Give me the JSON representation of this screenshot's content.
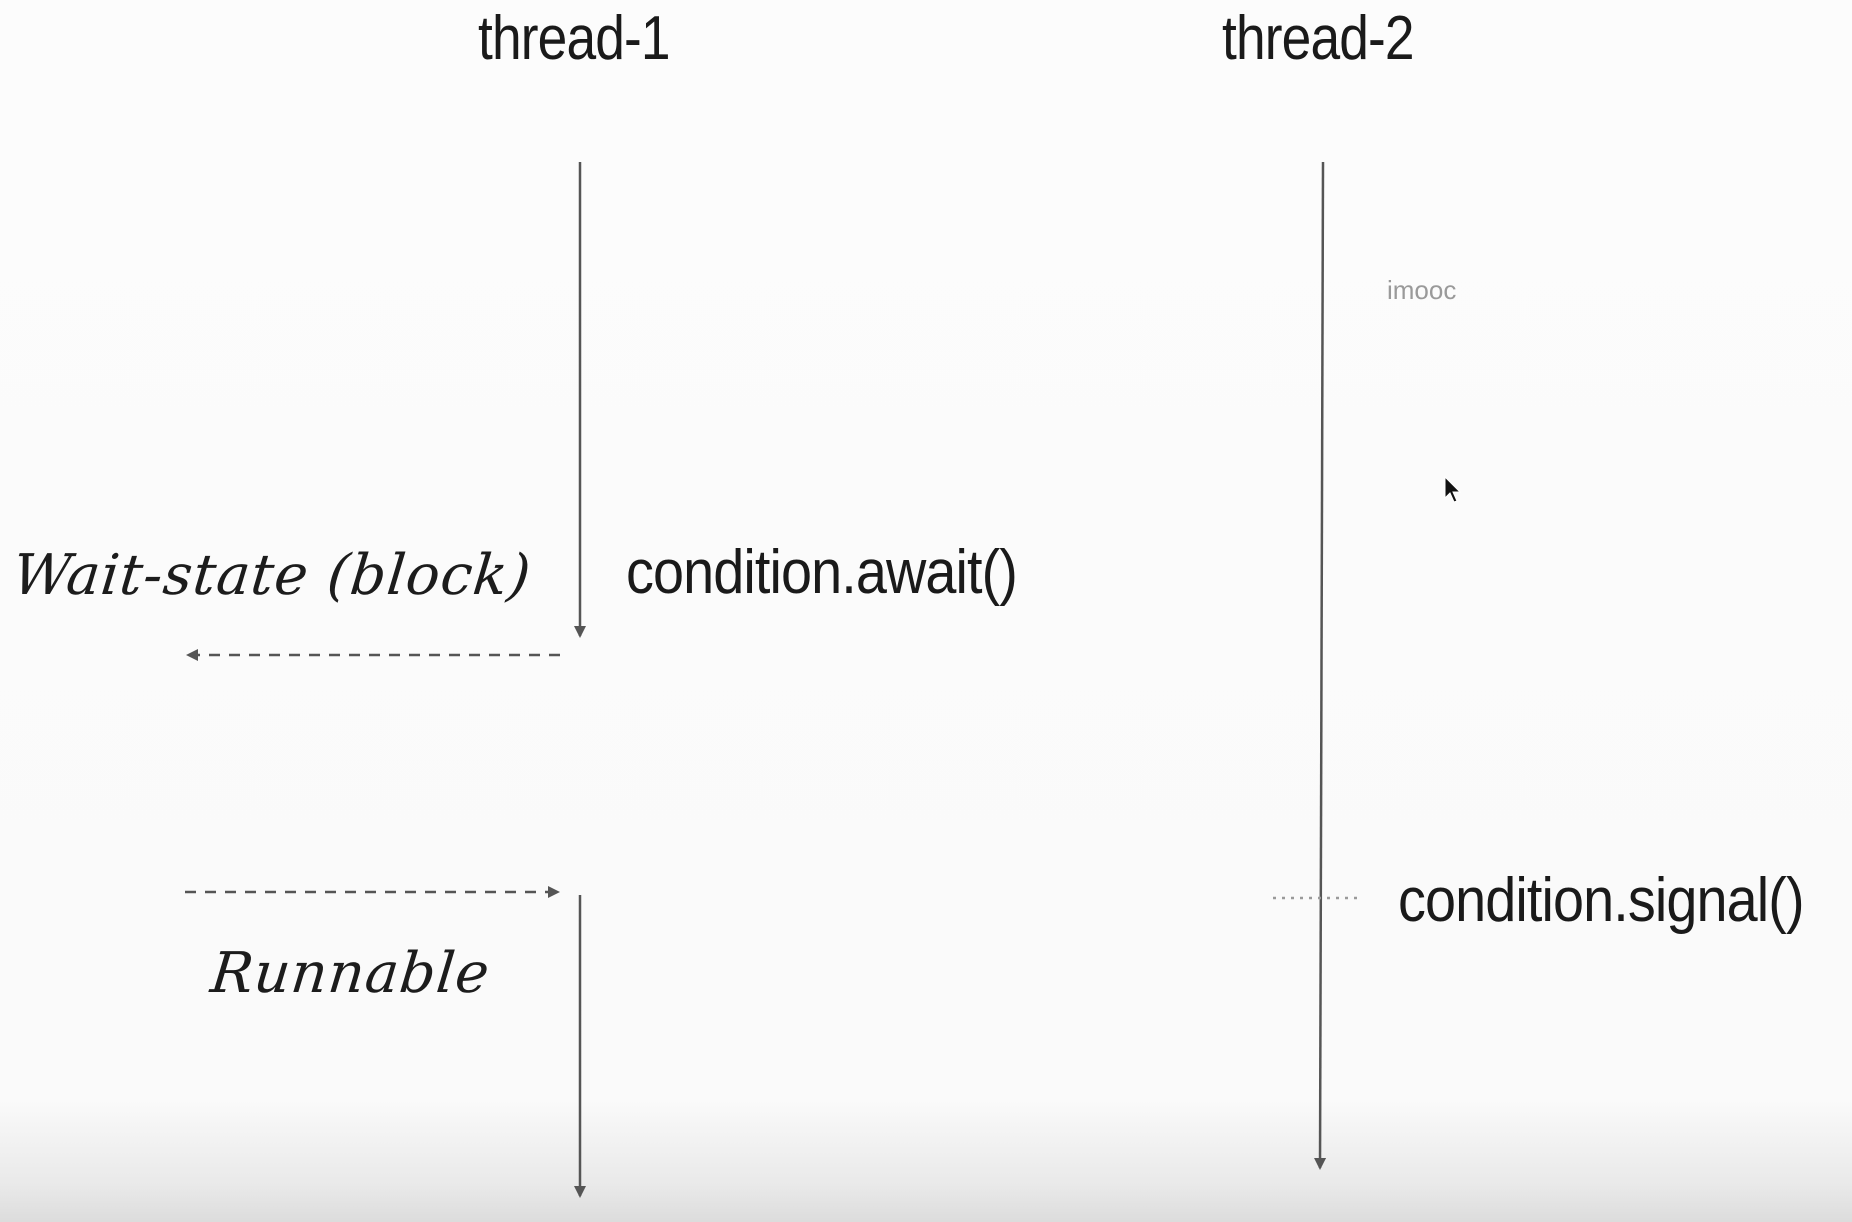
{
  "threads": {
    "thread1": {
      "header": "thread-1"
    },
    "thread2": {
      "header": "thread-2"
    }
  },
  "calls": {
    "await": "condition.await()",
    "signal": "condition.signal()"
  },
  "states": {
    "wait": "Wait-state (block)",
    "runnable": "Runnable"
  },
  "watermark": "imooc",
  "colors": {
    "line": "#555555",
    "text": "#1a1a1a",
    "background": "#fbfbfb"
  }
}
